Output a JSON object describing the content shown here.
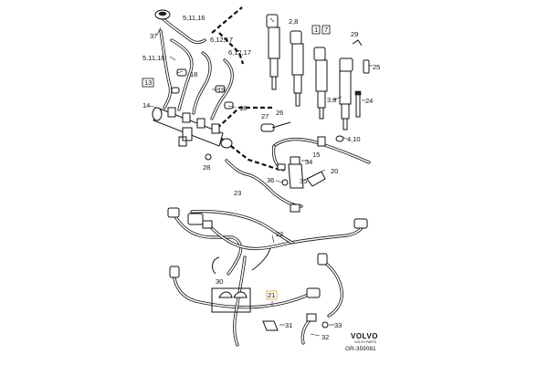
{
  "labels": {
    "l37": "37",
    "l5_11_16_top": "5,11,16",
    "l2_8": "2,8",
    "l1": "1",
    "l7": "7",
    "l29": "29",
    "l6_12_17_a": "6,12,17",
    "l6_12_17_b": "6,12,17",
    "l5_11_16_left": "5,11,16",
    "l18_a": "18",
    "l13": "13",
    "l19": "19",
    "l25": "25",
    "l3_9": "3,9",
    "l24": "24",
    "l14": "14",
    "l18_b": "18",
    "l27": "27",
    "l26": "26",
    "l4_10": "4,10",
    "l15": "15",
    "l28": "28",
    "l34": "34",
    "l20": "20",
    "l36": "36",
    "l35": "35",
    "l23": "23",
    "l22": "22",
    "l30": "30",
    "l21": "21",
    "l31": "31",
    "l33": "33",
    "l32": "32"
  },
  "brand": {
    "name": "VOLVO",
    "sub": "VOLVO PARTS",
    "ref": "GR-359081"
  },
  "colors": {
    "line": "#111111",
    "highlight": "#d9b24c",
    "background": "#ffffff"
  }
}
